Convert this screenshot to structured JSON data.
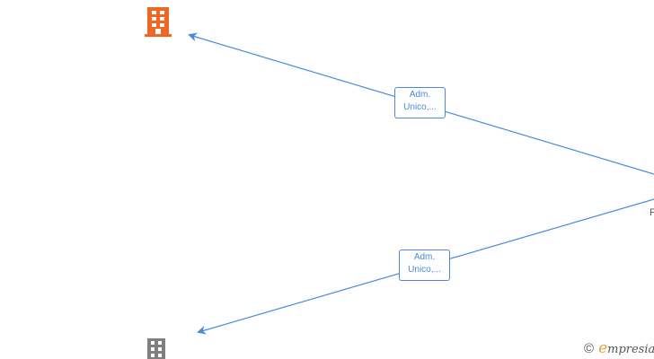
{
  "colors": {
    "edge": "#4a89dc",
    "company_primary": "#f26522",
    "company_secondary": "#808080"
  },
  "nodes": [
    {
      "id": "company-top",
      "icon": "building-icon",
      "color": "#f26522"
    },
    {
      "id": "company-bottom",
      "icon": "building-icon",
      "color": "#808080"
    },
    {
      "id": "person-right",
      "label_partial": "F"
    }
  ],
  "edges": [
    {
      "from": "person-right",
      "to": "company-top",
      "label_line1": "Adm.",
      "label_line2": "Unico,..."
    },
    {
      "from": "person-right",
      "to": "company-bottom",
      "label_line1": "Adm.",
      "label_line2": "Unico,..."
    }
  ],
  "watermark": {
    "copyright": "©",
    "brand_initial": "e",
    "brand_rest": "mpresia"
  }
}
